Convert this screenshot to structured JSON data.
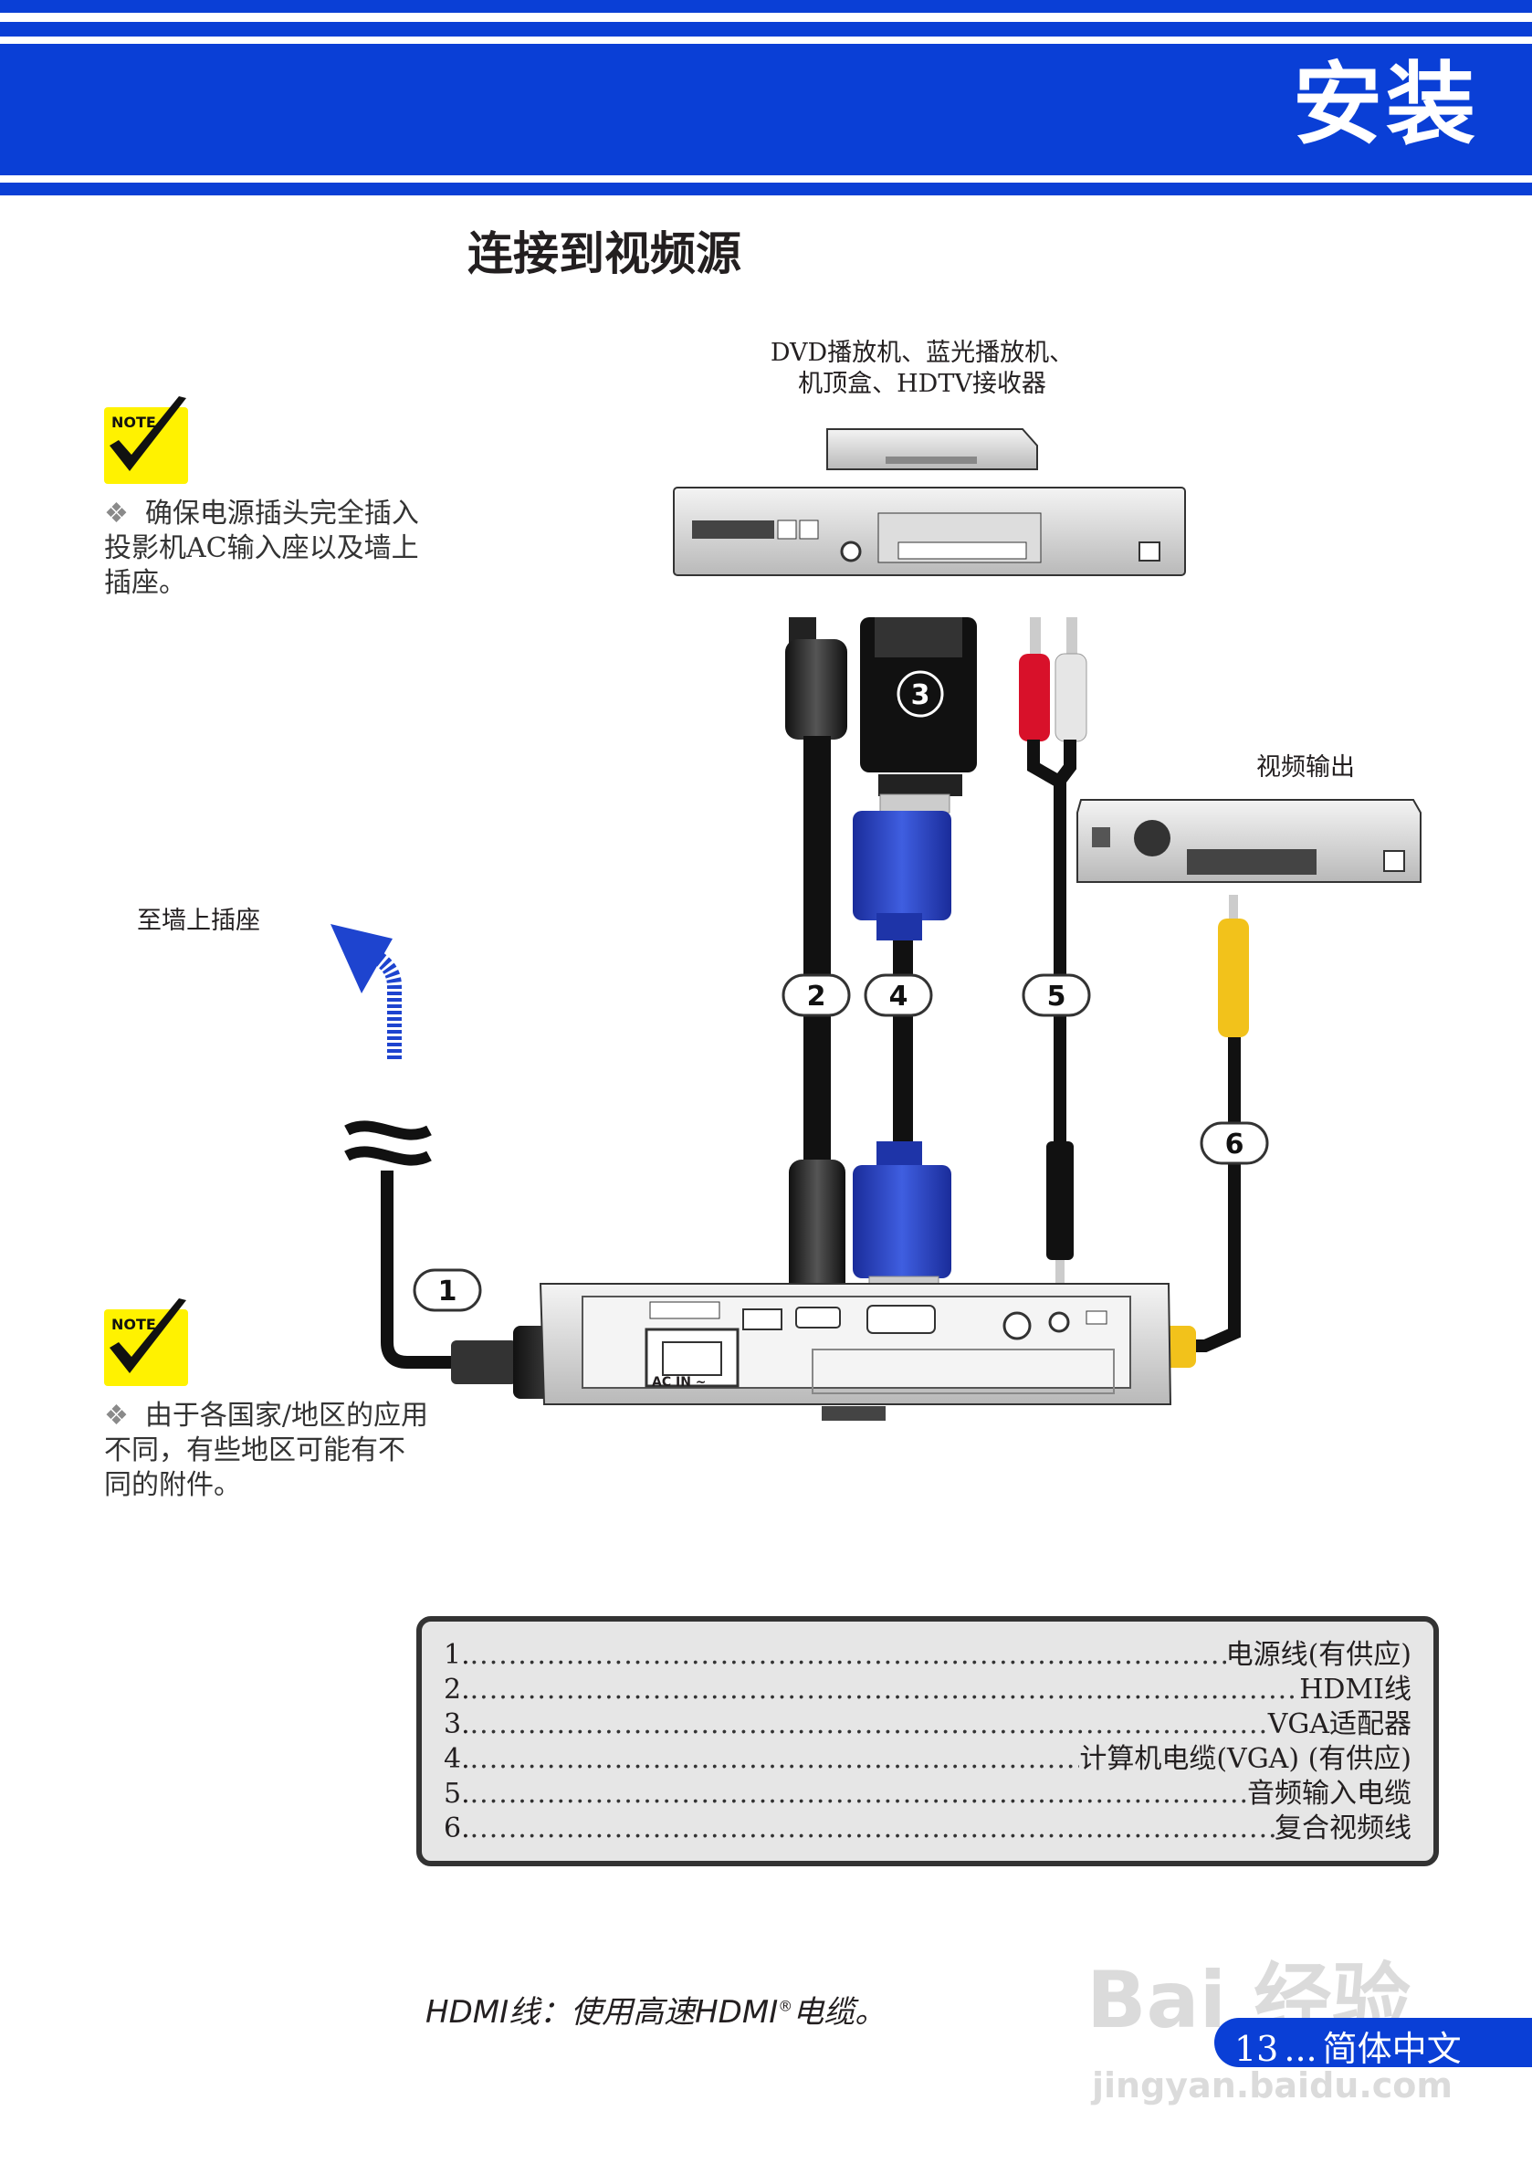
{
  "header": {
    "title": "安装"
  },
  "page_title": "连接到视频源",
  "notes": [
    {
      "icon": "note-check-icon",
      "text": "确保电源插头完全插入投影机AC输入座以及墙上插座。"
    },
    {
      "icon": "note-check-icon",
      "text": "由于各国家/地区的应用不同，有些地区可能有不同的附件。"
    }
  ],
  "note_label": "NOTE",
  "bullet_glyph": "❖",
  "diagram": {
    "source_label_line1": "DVD播放机、蓝光播放机、",
    "source_label_line2": "机顶盒、HDTV接收器",
    "video_out_label": "视频输出",
    "wall_label": "至墙上插座",
    "callouts": [
      "1",
      "2",
      "3",
      "4",
      "5",
      "6"
    ],
    "port_label": "AC IN ~"
  },
  "legend": [
    {
      "num": "1.",
      "text": "电源线(有供应)"
    },
    {
      "num": "2.",
      "text": "HDMI线"
    },
    {
      "num": "3.",
      "text": "VGA适配器"
    },
    {
      "num": "4.",
      "text": "计算机电缆(VGA) (有供应)"
    },
    {
      "num": "5.",
      "text": "音频输入电缆"
    },
    {
      "num": "6.",
      "text": "复合视频线"
    }
  ],
  "hdmi_note": {
    "prefix": "HDMI线：使用高速HDMI",
    "reg": "®",
    "suffix": "电缆。"
  },
  "footer": {
    "page": "13",
    "lang": "简体中文",
    "sep": "..."
  },
  "watermark": {
    "line1": "Bai 经验",
    "line2": "jingyan.baidu.com"
  },
  "colors": {
    "brand_blue": "#0a3fd6",
    "vga_blue": "#2238b8",
    "rca_red": "#d8112a",
    "rca_yellow": "#f2c21b"
  }
}
